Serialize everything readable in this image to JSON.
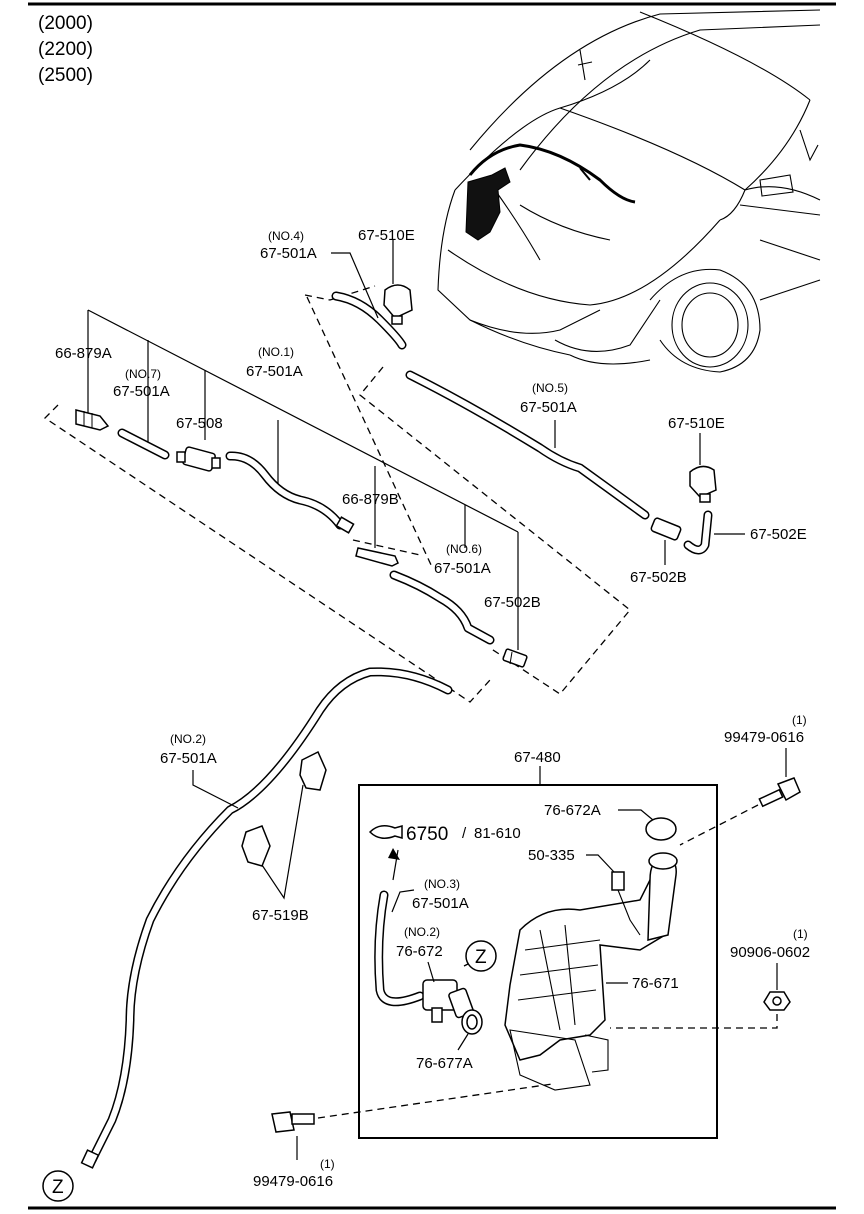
{
  "engines": [
    "(2000)",
    "(2200)",
    "(2500)"
  ],
  "labels": {
    "hose_no4_tag": "(NO.4)",
    "hose_no4_pn": "67-501A",
    "nozzle_top_pn": "67-510E",
    "joint_a_pn": "66-879A",
    "hose_no7_tag": "(NO.7)",
    "hose_no7_pn": "67-501A",
    "valve_pn": "67-508",
    "hose_no1_tag": "(NO.1)",
    "hose_no1_pn": "67-501A",
    "hose_no5_tag": "(NO.5)",
    "hose_no5_pn": "67-501A",
    "nozzle_right_pn": "67-510E",
    "elbow_pn": "67-502E",
    "joint_b_pn": "66-879B",
    "hose_no6_tag": "(NO.6)",
    "hose_no6_pn": "67-501A",
    "conn_mid_pn": "67-502B",
    "conn_right_pn": "67-502B",
    "hose_no2_tag": "(NO.2)",
    "hose_no2_pn": "67-501A",
    "clip_pn": "67-519B",
    "tank_assy_pn": "67-480",
    "bolt_top_qty": "(1)",
    "bolt_top_pn": "99479-0616",
    "nut_qty": "(1)",
    "nut_pn": "90906-0602",
    "cap_pn": "76-672A",
    "sensor_pn": "50-335",
    "wiring_ref_main": "6750",
    "wiring_ref_sep": "/",
    "wiring_ref_alt": "81-610",
    "hose_no3_tag": "(NO.3)",
    "hose_no3_pn": "67-501A",
    "pump_tag": "(NO.2)",
    "pump_pn": "76-672",
    "tank_pn": "76-671",
    "grommet_pn": "76-677A",
    "bolt_bottom_qty": "(1)",
    "bolt_bottom_pn": "99479-0616",
    "ref_marker": "Z"
  }
}
